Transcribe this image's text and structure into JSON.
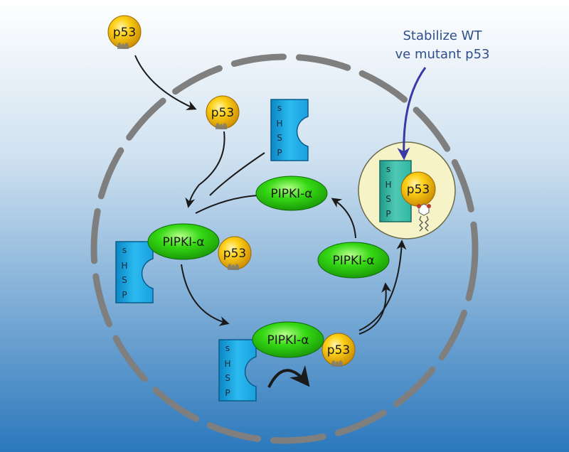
{
  "annotation": {
    "line1": "Stabilize WT",
    "line2": "ve mutant p53"
  },
  "labels": {
    "p53": "p53",
    "pipki": "PIPKI-α",
    "hsp_s": "s",
    "hsp_h": "H",
    "hsp_s2": "S",
    "hsp_p": "P"
  },
  "colors": {
    "background_top": "#ffffff",
    "background_bottom": "#2b78bc",
    "p53": "#f2b400",
    "pipki": "#22c40a",
    "hsp": "#1aa7e6",
    "hsp_complex": "#2fb7a3",
    "nucleus_border": "#808080",
    "arrow": "#1a1a1a",
    "annotation_arrow": "#3a3aa6",
    "complex_halo": "#f5f2c8"
  }
}
